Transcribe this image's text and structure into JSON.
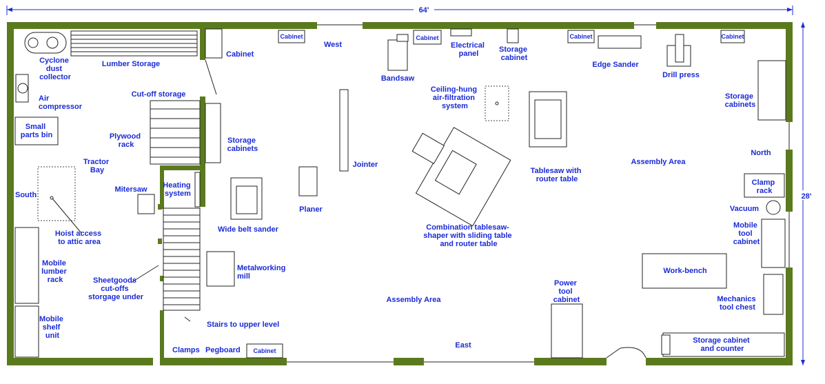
{
  "dimensions": {
    "width_label": "64'",
    "height_label": "28'"
  },
  "labels": {
    "cyclone": [
      "Cyclone",
      "dust",
      "collector"
    ],
    "lumber_storage": "Lumber Storage",
    "air_compressor": [
      "Air",
      "compressor"
    ],
    "cutoff_storage": "Cut-off storage",
    "small_parts": [
      "Small",
      "parts bin"
    ],
    "plywood_rack": [
      "Plywood",
      "rack"
    ],
    "tractor_bay": [
      "Tractor",
      "Bay"
    ],
    "south": "South",
    "mitersaw": "Mitersaw",
    "heating": [
      "Heating",
      "system"
    ],
    "hoist": [
      "Hoist access",
      "to attic area"
    ],
    "mobile_lumber": [
      "Mobile",
      "lumber",
      "rack"
    ],
    "sheetgoods": [
      "Sheetgoods",
      "cut-offs",
      "storgage under"
    ],
    "mobile_shelf": [
      "Mobile",
      "shelf",
      "unit"
    ],
    "stairs": "Stairs to upper level",
    "clamps": "Clamps",
    "pegboard": "Pegboard",
    "cabinet": "Cabinet",
    "cabinet_west_wall": "Cabinet",
    "storage_cabinets_mid": [
      "Storage",
      "cabinets"
    ],
    "wide_belt": "Wide belt sander",
    "metalworking": [
      "Metalworking",
      "mill"
    ],
    "west": "West",
    "jointer": "Jointer",
    "planer": "Planer",
    "bandsaw": "Bandsaw",
    "electrical": [
      "Electrical",
      "panel"
    ],
    "storage_cabinet_top": [
      "Storage",
      "cabinet"
    ],
    "ceiling_filter": [
      "Ceiling-hung",
      "air-filtration",
      "system"
    ],
    "combination": [
      "Combination tablesaw-",
      "shaper with sliding table",
      "and router table"
    ],
    "assembly_1": "Assembly Area",
    "assembly_2": "Assembly Area",
    "east": "East",
    "power_tool": [
      "Power",
      "tool",
      "cabinet"
    ],
    "edge_sander": "Edge Sander",
    "drill_press": "Drill press",
    "tablesaw_router": [
      "Tablesaw with",
      "router table"
    ],
    "storage_cabinets_right": [
      "Storage",
      "cabinets"
    ],
    "north": "North",
    "clamp_rack": [
      "Clamp",
      "rack"
    ],
    "vacuum": "Vacuum",
    "mobile_tool": [
      "Mobile",
      "tool",
      "cabinet"
    ],
    "workbench": "Work-bench",
    "mechanics": [
      "Mechanics",
      "tool chest"
    ],
    "storage_counter": [
      "Storage cabinet",
      "and counter"
    ]
  },
  "colors": {
    "wall": "#5b7a1e",
    "label": "#1a2bd6"
  }
}
